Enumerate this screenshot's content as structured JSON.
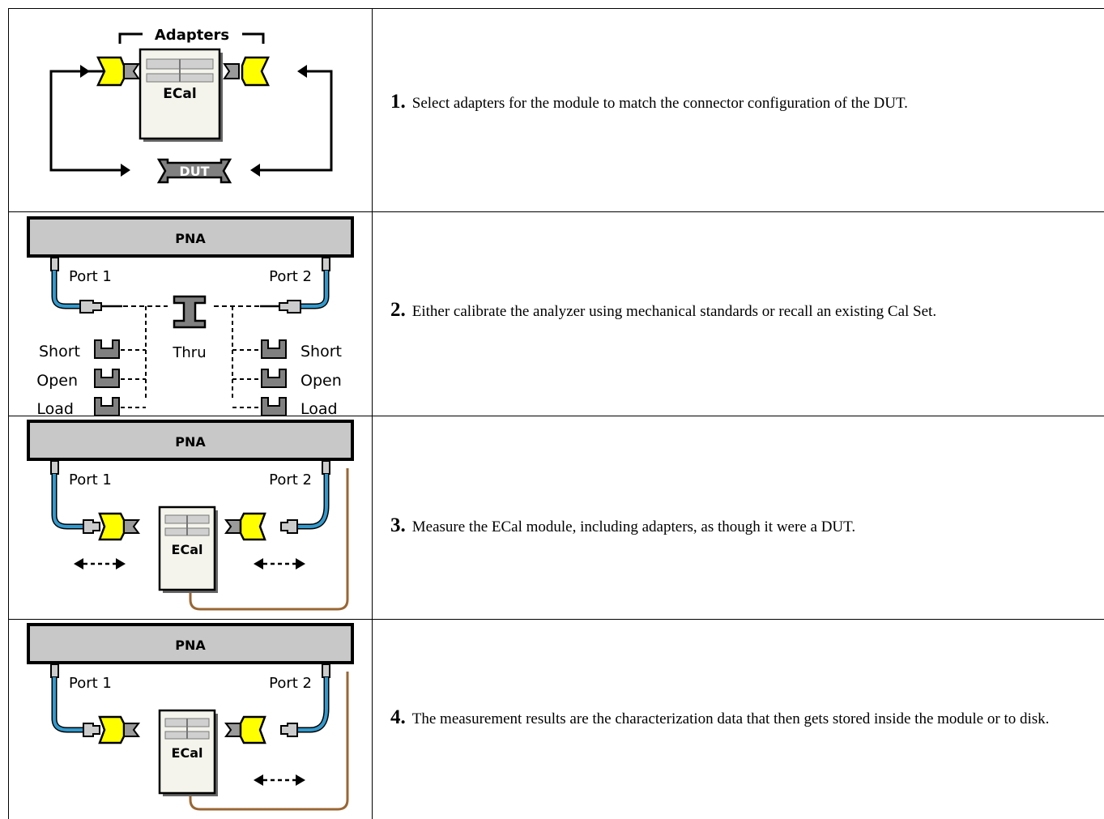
{
  "steps": [
    {
      "number": "1.",
      "text": "Select adapters for the module to match the connector configuration of the DUT.",
      "figure": {
        "adapters_label": "Adapters",
        "module_label": "ECal",
        "dut_label": "DUT"
      }
    },
    {
      "number": "2.",
      "text": "Either calibrate the analyzer using mechanical standards or recall an existing Cal Set.",
      "figure": {
        "analyzer_label": "PNA",
        "port1_label": "Port 1",
        "port2_label": "Port 2",
        "thru_label": "Thru",
        "short_label": "Short",
        "open_label": "Open",
        "load_label": "Load"
      }
    },
    {
      "number": "3.",
      "text": "Measure the ECal module, including adapters, as though it were a DUT.",
      "figure": {
        "analyzer_label": "PNA",
        "port1_label": "Port 1",
        "port2_label": "Port 2",
        "module_label": "ECal"
      }
    },
    {
      "number": "4.",
      "text": "The measurement results are the characterization data that then gets stored inside the module or to disk.",
      "figure": {
        "analyzer_label": "PNA",
        "port1_label": "Port 1",
        "port2_label": "Port 2",
        "module_label": "ECal"
      }
    }
  ],
  "colors": {
    "adapter_yellow": "#ffff00",
    "cable_blue": "#3399cc",
    "cable_brown": "#996633",
    "analyzer_gray": "#c8c8c8",
    "standard_gray": "#808080",
    "module_fill": "#f4f4ec"
  }
}
